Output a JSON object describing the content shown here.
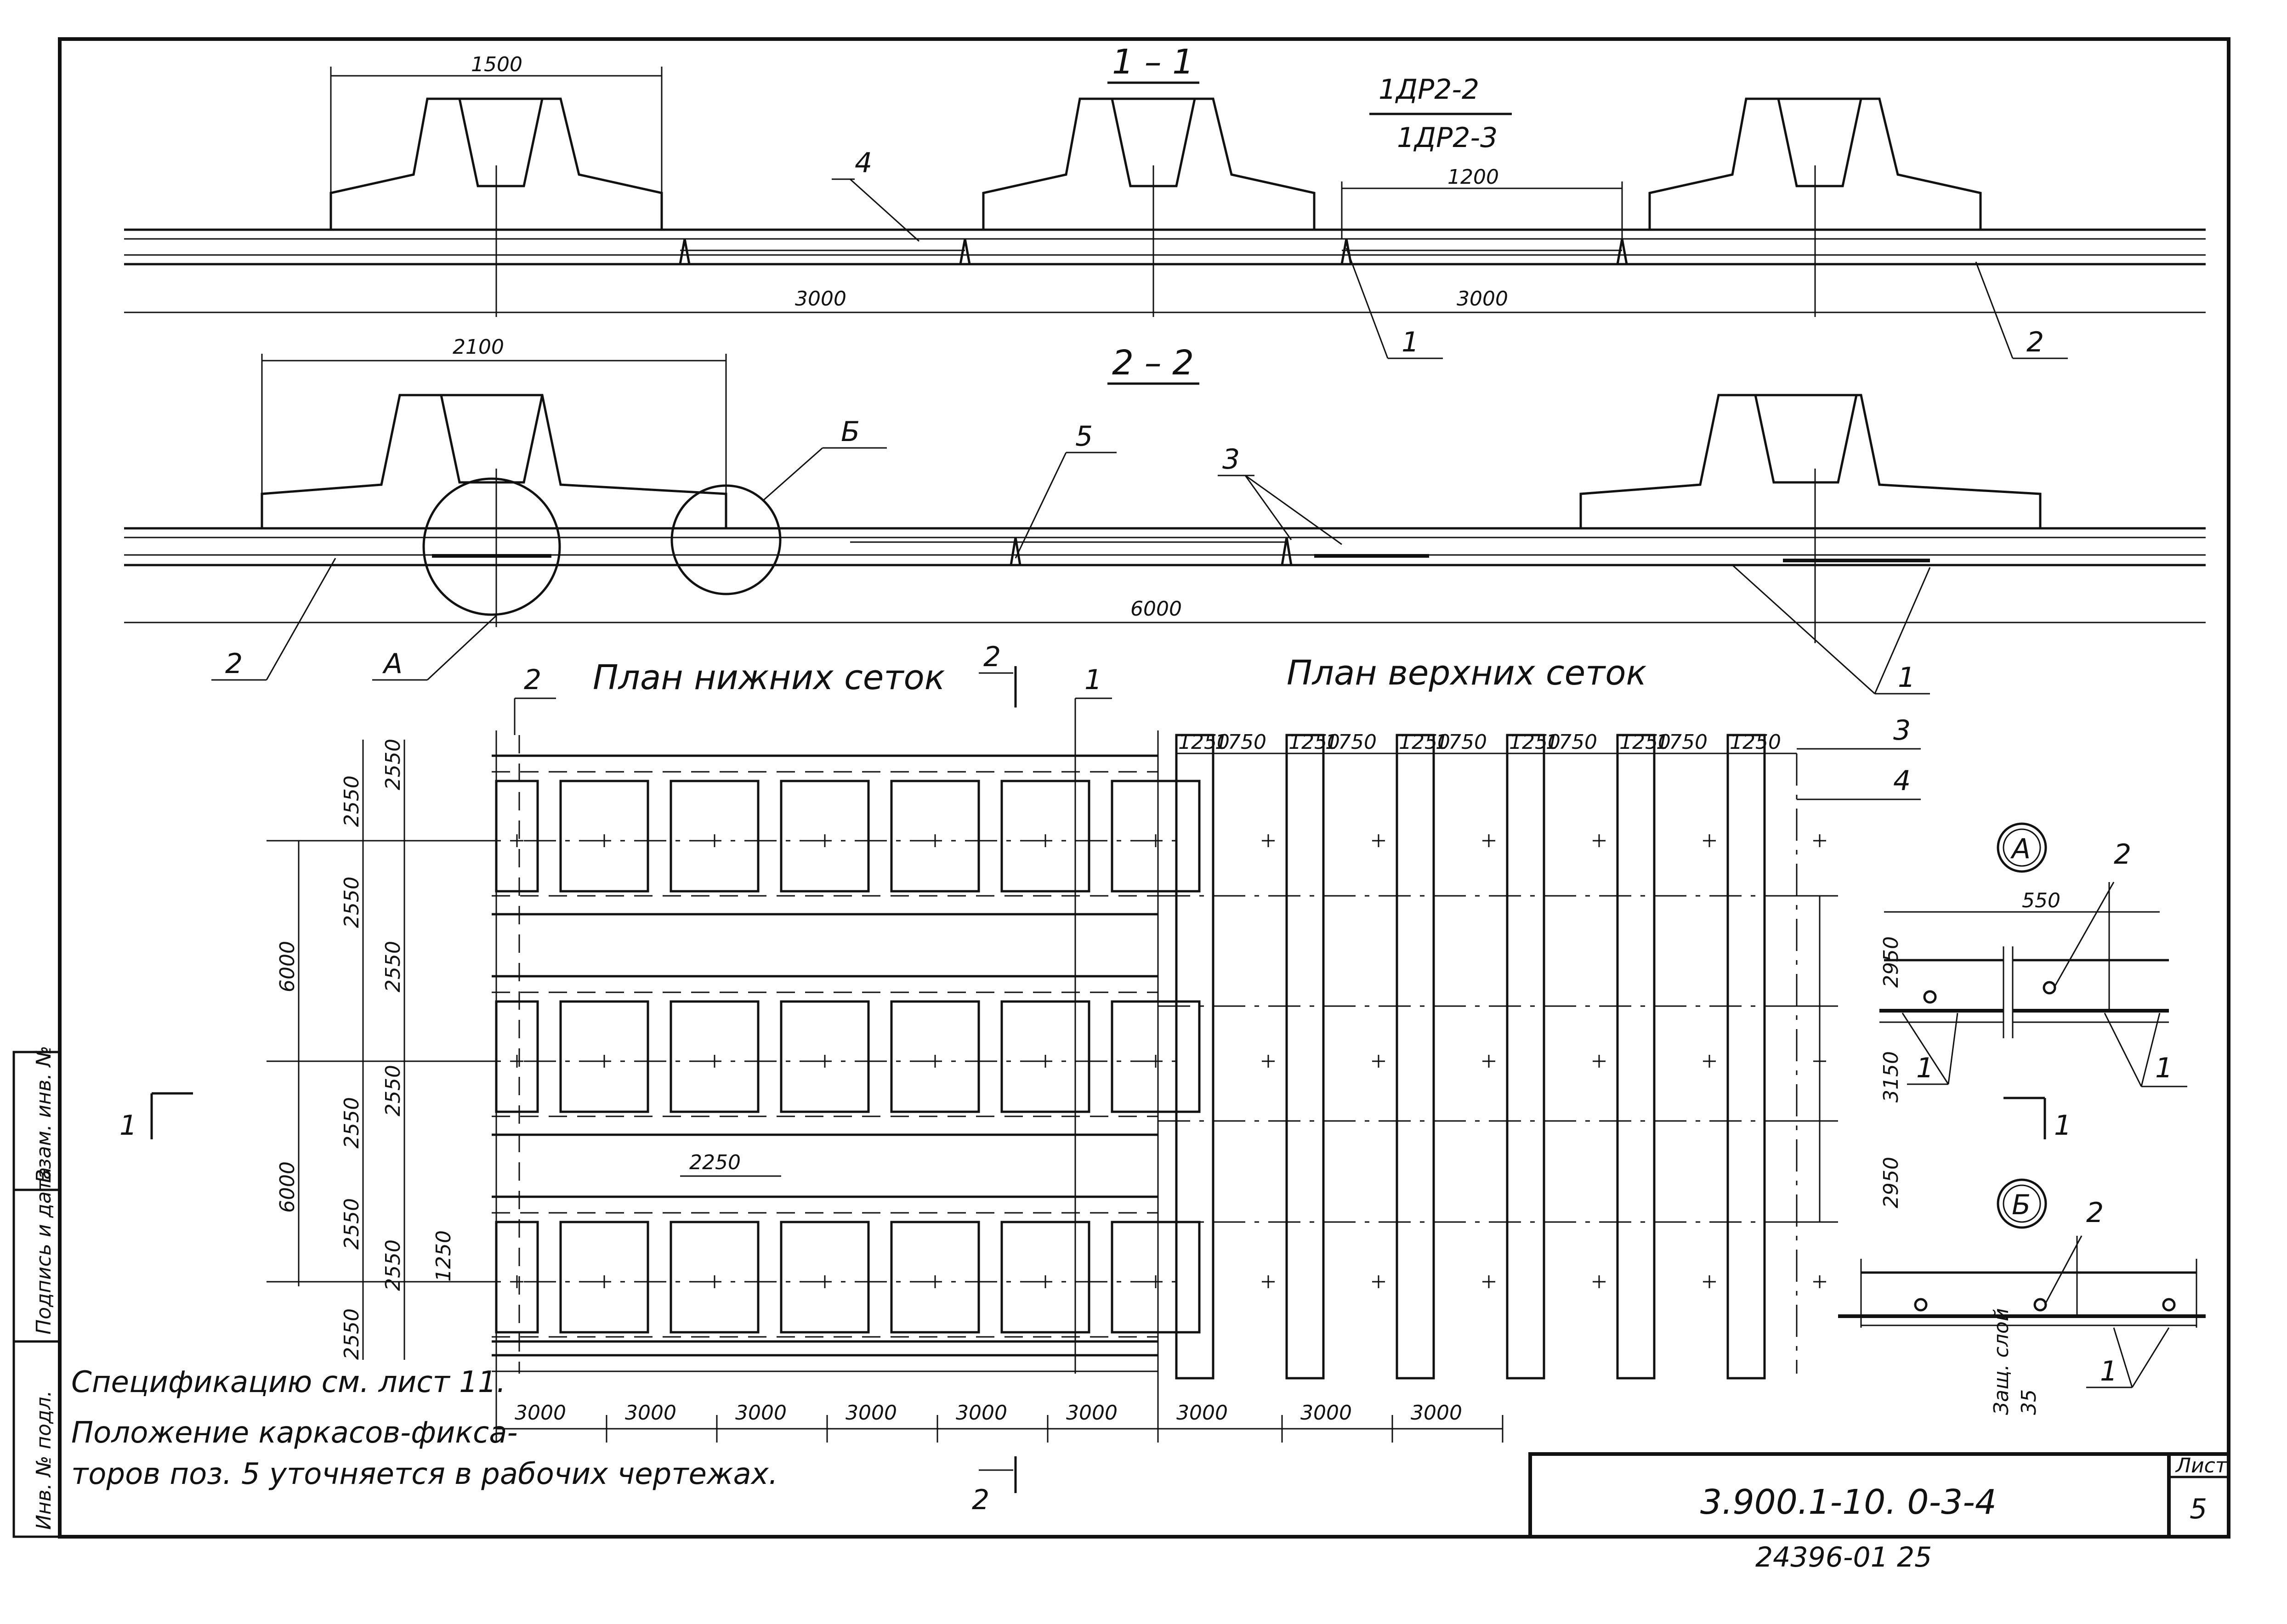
{
  "sections": {
    "s11": "1 – 1",
    "s22": "2 – 2",
    "mark_a": "1ДР2-2",
    "mark_b": "1ДР2-3"
  },
  "dims": {
    "d1500": "1500",
    "d1200": "1200",
    "d3000": "3000",
    "d2100": "2100",
    "d6000": "6000",
    "d550": "550",
    "d2250": "2250",
    "d2550": "2550",
    "d1250": "1250",
    "d1750": "1750",
    "d2950": "2950",
    "d3150": "3150",
    "d1250v": "1250",
    "prot": "Защ. слой",
    "d35": "35"
  },
  "plans": {
    "lower": "План нижних сеток",
    "upper": "План верхних сеток"
  },
  "callouts": {
    "c1": "1",
    "c2": "2",
    "c3": "3",
    "c4": "4",
    "c5": "5",
    "cA": "А",
    "cB": "Б"
  },
  "notes": {
    "n1": "Спецификацию см. лист 11.",
    "n2a": "Положение каркасов-фиксa-",
    "n2b": "торов поз. 5 уточняется в рабочих чертежах."
  },
  "stamp": {
    "code": "3.900.1-10. 0-3-4",
    "sheet_label": "Лист",
    "sheet_no": "5",
    "inv": "24396-01 25"
  },
  "side_stamp": {
    "a": "Инв. № подл.",
    "b": "Подпись и дата",
    "c": "Взам. инв. №"
  }
}
